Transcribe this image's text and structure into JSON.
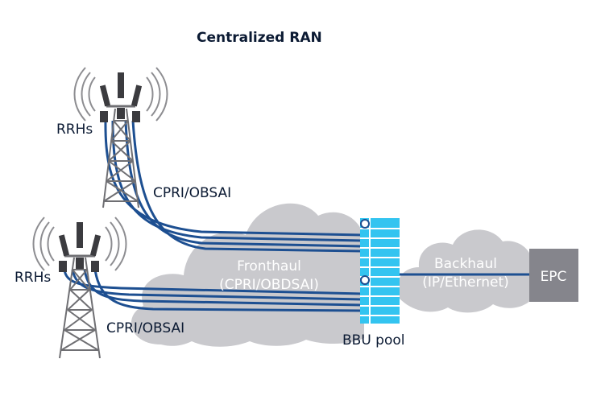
{
  "title": "Centralized RAN",
  "labels": {
    "rrhs_top": "RRHs",
    "rrhs_bottom": "RRHs",
    "link_top": "CPRI/OBSAI",
    "link_bottom": "CPRI/OBSAI",
    "fronthaul": "Fronthaul",
    "fronthaul_protocol": "(CPRI/OBDSAI)",
    "backhaul": "Backhaul",
    "backhaul_protocol": "(IP/Ethernet)",
    "bbu_pool": "BBU pool",
    "epc": "EPC"
  },
  "colors": {
    "fiber": "#1d4f91",
    "cloud": "#c9c9cd",
    "bbu": "#33c4f0",
    "epc": "#85858c",
    "tower": "#6f6f73",
    "antenna": "#3b3b3f",
    "text": "#0b1a33"
  },
  "icons": [
    "cell-tower-icon",
    "radio-wave-icon",
    "cloud-icon",
    "server-rack-icon"
  ]
}
